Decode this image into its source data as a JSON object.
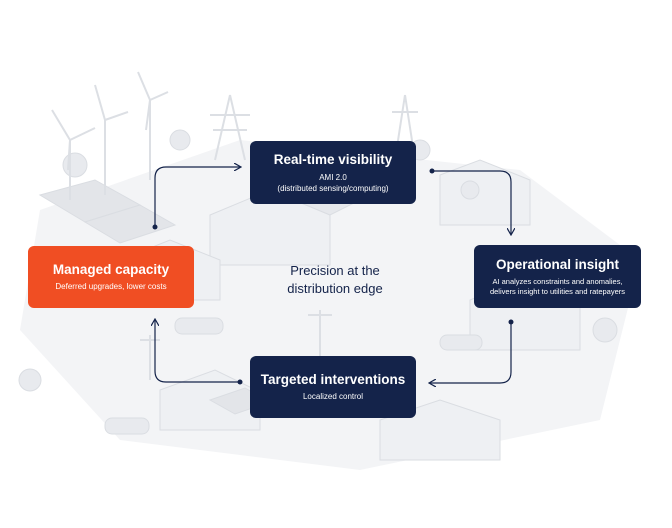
{
  "center": {
    "line1": "Precision at the",
    "line2": "distribution edge"
  },
  "nodes": {
    "visibility": {
      "title": "Real-time visibility",
      "line1": "AMI 2.0",
      "line2": "(distributed sensing/computing)"
    },
    "insight": {
      "title": "Operational insight",
      "line1": "AI analyzes constraints and anomalies,",
      "line2": "delivers insight to utilities and ratepayers"
    },
    "interventions": {
      "title": "Targeted interventions",
      "line1": "Localized control"
    },
    "capacity": {
      "title": "Managed capacity",
      "line1": "Deferred upgrades, lower costs"
    }
  },
  "colors": {
    "navy": "#14234a",
    "orange": "#f04e23",
    "background_art": "#e6e8ec"
  }
}
